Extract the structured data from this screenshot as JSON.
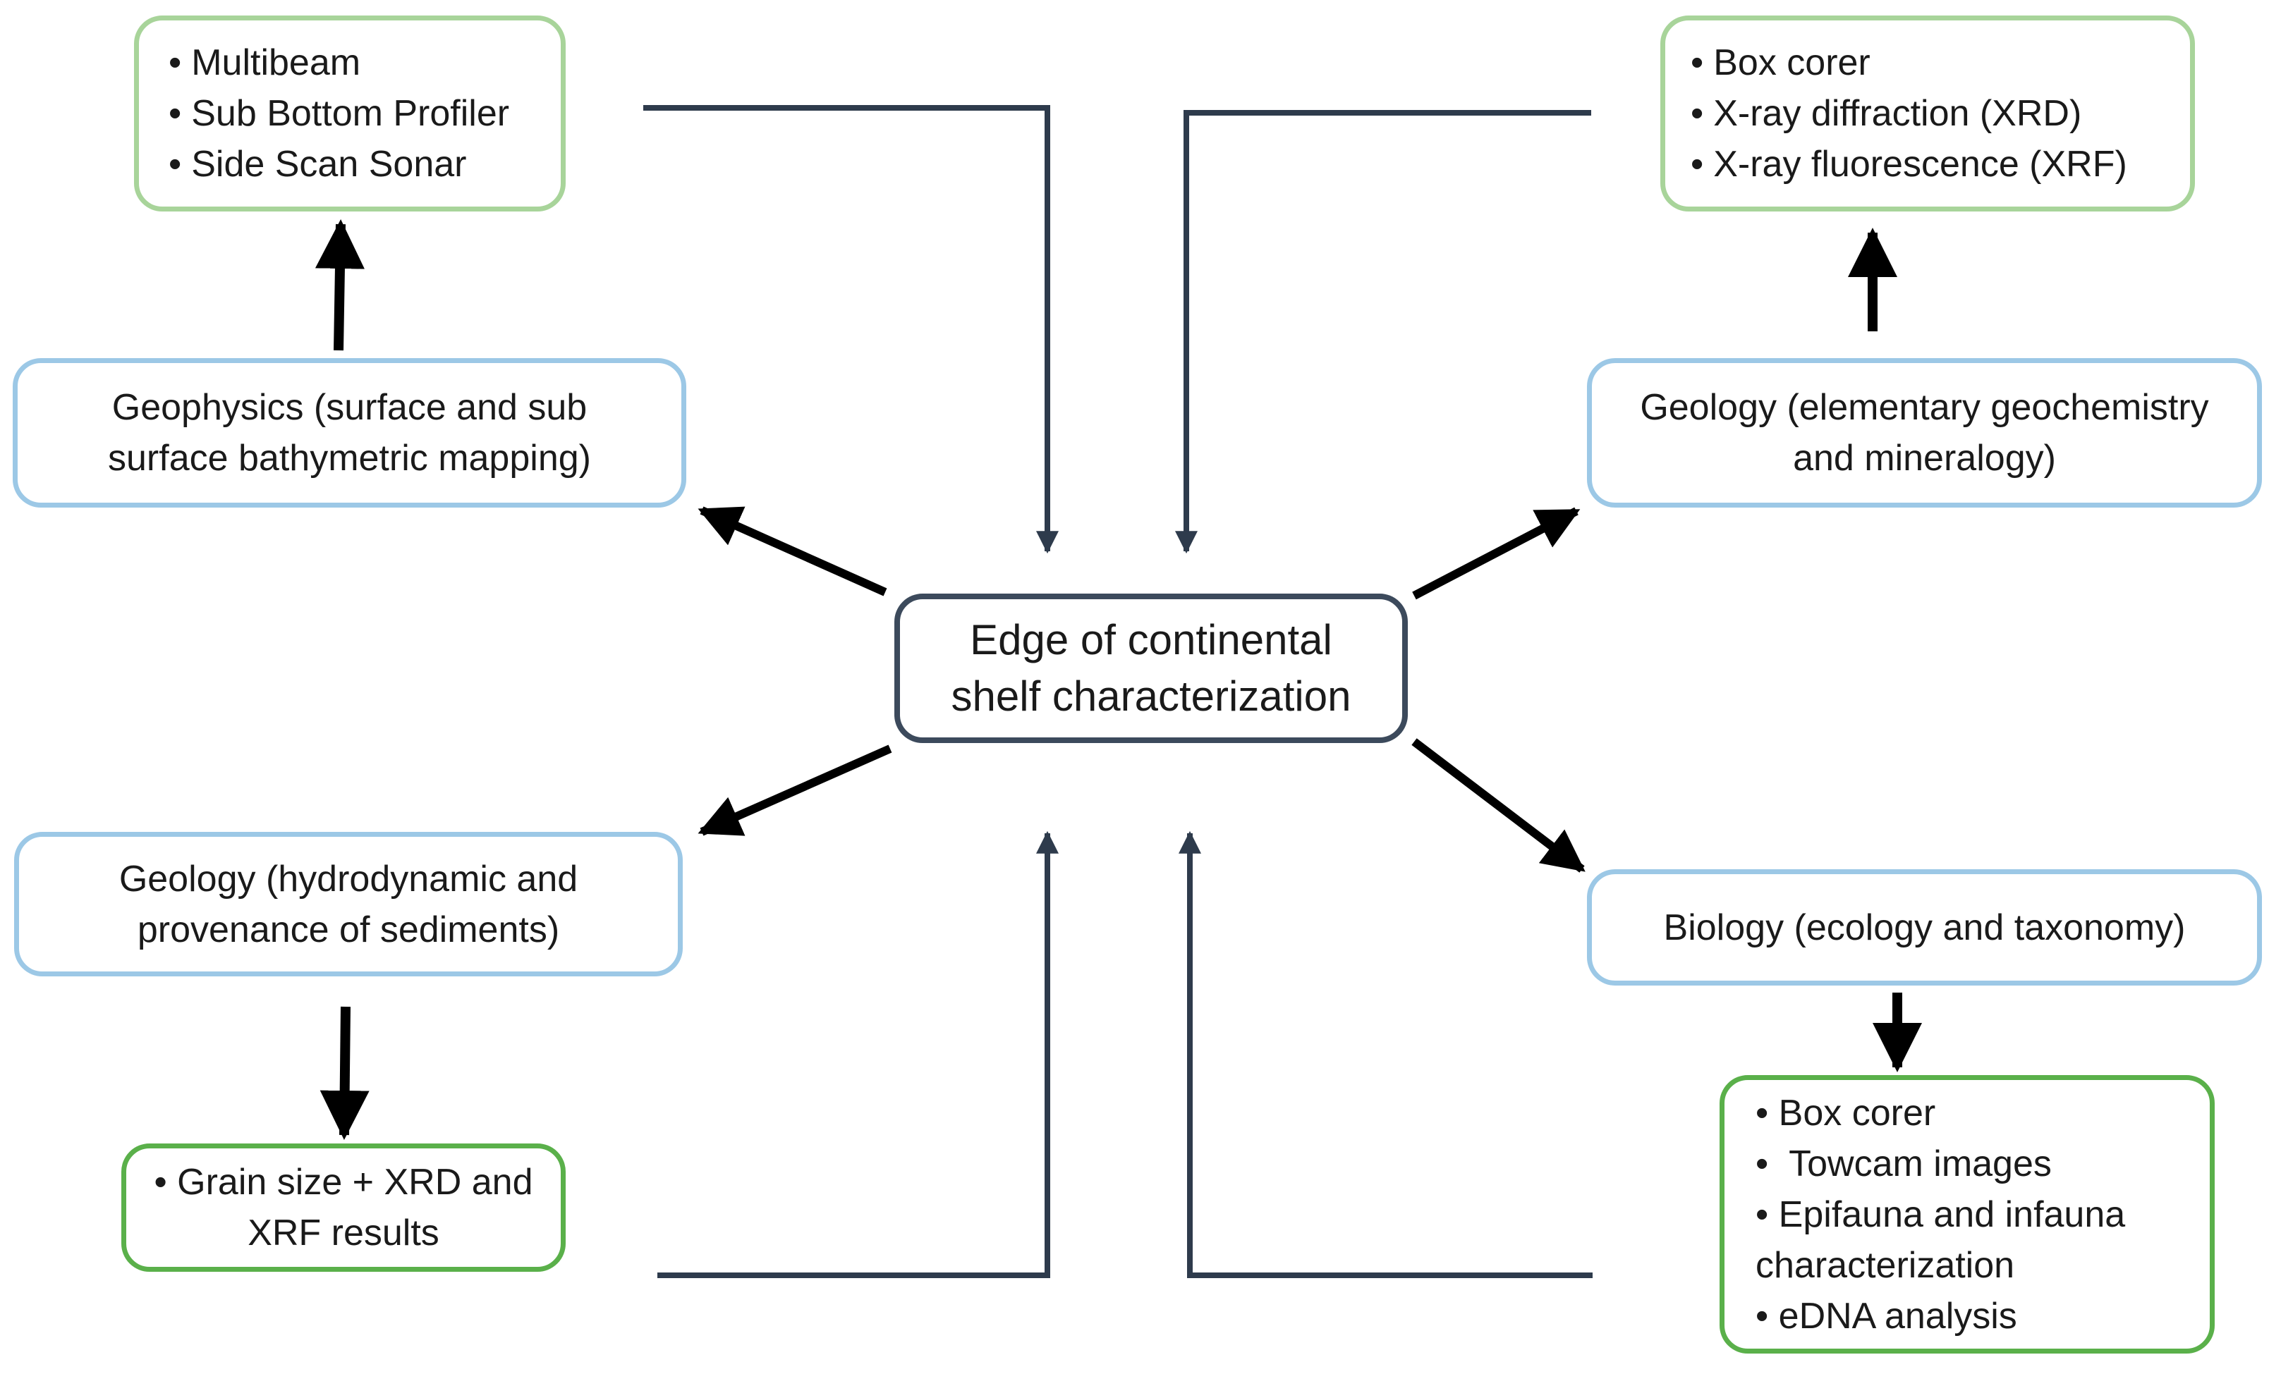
{
  "center": {
    "lines": [
      "Edge of continental",
      "shelf characterization"
    ]
  },
  "topics": {
    "geophysics": {
      "lines": [
        "Geophysics (surface and sub",
        "surface bathymetric mapping)"
      ]
    },
    "geology_geochem": {
      "lines": [
        "Geology (elementary geochemistry",
        "and mineralogy)"
      ]
    },
    "geology_hydro": {
      "lines": [
        "Geology (hydrodynamic and",
        "provenance of sediments)"
      ]
    },
    "biology": {
      "lines": [
        "Biology (ecology and taxonomy)"
      ]
    }
  },
  "methods": {
    "geophysics": {
      "items": [
        "Multibeam",
        "Sub Bottom Profiler",
        "Side Scan Sonar"
      ]
    },
    "geology_geochem": {
      "items": [
        "Box corer",
        "X-ray diffraction (XRD)",
        "X-ray fluorescence (XRF)"
      ]
    },
    "geology_hydro": {
      "lines": [
        "Grain size + XRD and",
        "XRF results"
      ]
    },
    "biology": {
      "items": [
        "Box corer",
        "Towcam images",
        "Epifauna and infauna",
        "characterization",
        "eDNA analysis"
      ]
    }
  },
  "colors": {
    "center_border": "#3c4a5c",
    "topic_border": "#9cc8e6",
    "method_border_light": "#a8d49a",
    "method_border_dark": "#5ab04a",
    "arrow_black": "#000000",
    "feedback_line": "#2e3b4c"
  }
}
